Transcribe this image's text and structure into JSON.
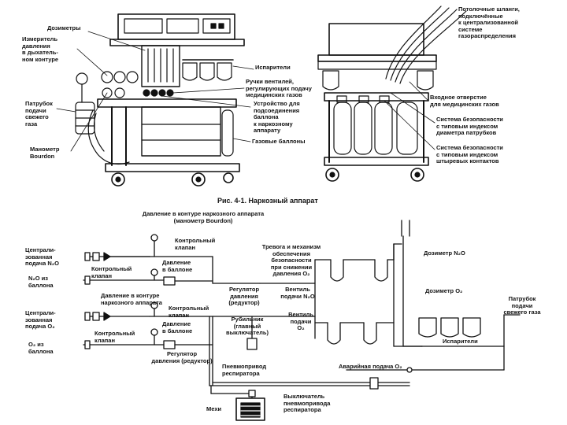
{
  "figure_caption": "Рис. 4-1. Наркозный аппарат",
  "top_left_labels": {
    "dosimeters": "Дозиметры",
    "pressure_meter": "Измеритель\nдавления\nв дыхатель-\nном контуре",
    "fresh_gas_outlet": "Патрубок\nподачи\nсвежего\nгаза",
    "bourdon_manometer": "Манометр\nBourdon",
    "vaporizers": "Испарители",
    "valve_handles": "Ручки вентилей,\nрегулирующих подачу\nмедицинских газов",
    "cylinder_device": "Устройство для\nподсоединения\nбаллона\nк наркозному\nаппарату",
    "gas_cylinders": "Газовые баллоны"
  },
  "top_right_labels": {
    "hoses": "Потолочные шланги,\nподключённые\nк централизованной\nсистеме\nгазораспределения",
    "inlet": "Входное отверстие\nдля медицинских газов",
    "safety_diameter": "Система безопасности\nс типовым индексом\nдиаметра патрубков",
    "safety_pin": "Система безопасности\nс типовым индексом\nштыревых контактов"
  },
  "schematic_labels": {
    "circuit_pressure": "Давление в контуре наркозного аппарата\n(манометр Bourdon)",
    "check_valve_1": "Контрольный\nклапан",
    "cylinder_pressure_1": "Давление\nв баллоне",
    "central_n2o": "Централи-\nзованная\nподача N₂O",
    "check_valve_2": "Контрольный\nклапан",
    "n2o_cylinder": "N₂O из\nбаллона",
    "regulator_1": "Регулятор\nдавления\n(редуктор)",
    "circuit_pressure_2": "Давление в контуре\nнаркозного аппарата",
    "check_valve_3": "Контрольный\nклапан",
    "central_o2": "Централи-\nзованная\nподача O₂",
    "cylinder_pressure_2": "Давление\nв баллоне",
    "check_valve_4": "Контрольный\nклапан",
    "o2_cylinder": "O₂ из\nбаллона",
    "regulator_2": "Регулятор\nдавления (редуктор)",
    "alarm": "Тревога и механизм\nобеспечения\nбезопасности\nпри снижении\nдавления O₂",
    "n2o_valve": "Вентиль\nподачи N₂O",
    "main_switch": "Рубильник\n(главный\nвыключатель)",
    "o2_valve": "Вентиль\nподачи\nO₂",
    "n2o_dosimeter": "Дозиметр N₂O",
    "o2_dosimeter": "Дозиметр O₂",
    "fresh_gas": "Патрубок\nподачи\nсвежего газа",
    "vaporizers_2": "Испарители",
    "emergency_o2": "Аварийная подача O₂",
    "ventilator_drive": "Пневмопривод\nреспиратора",
    "ventilator_switch": "Выключатель\nпневмопривода\nреспиратора",
    "bellows": "Мехи"
  }
}
